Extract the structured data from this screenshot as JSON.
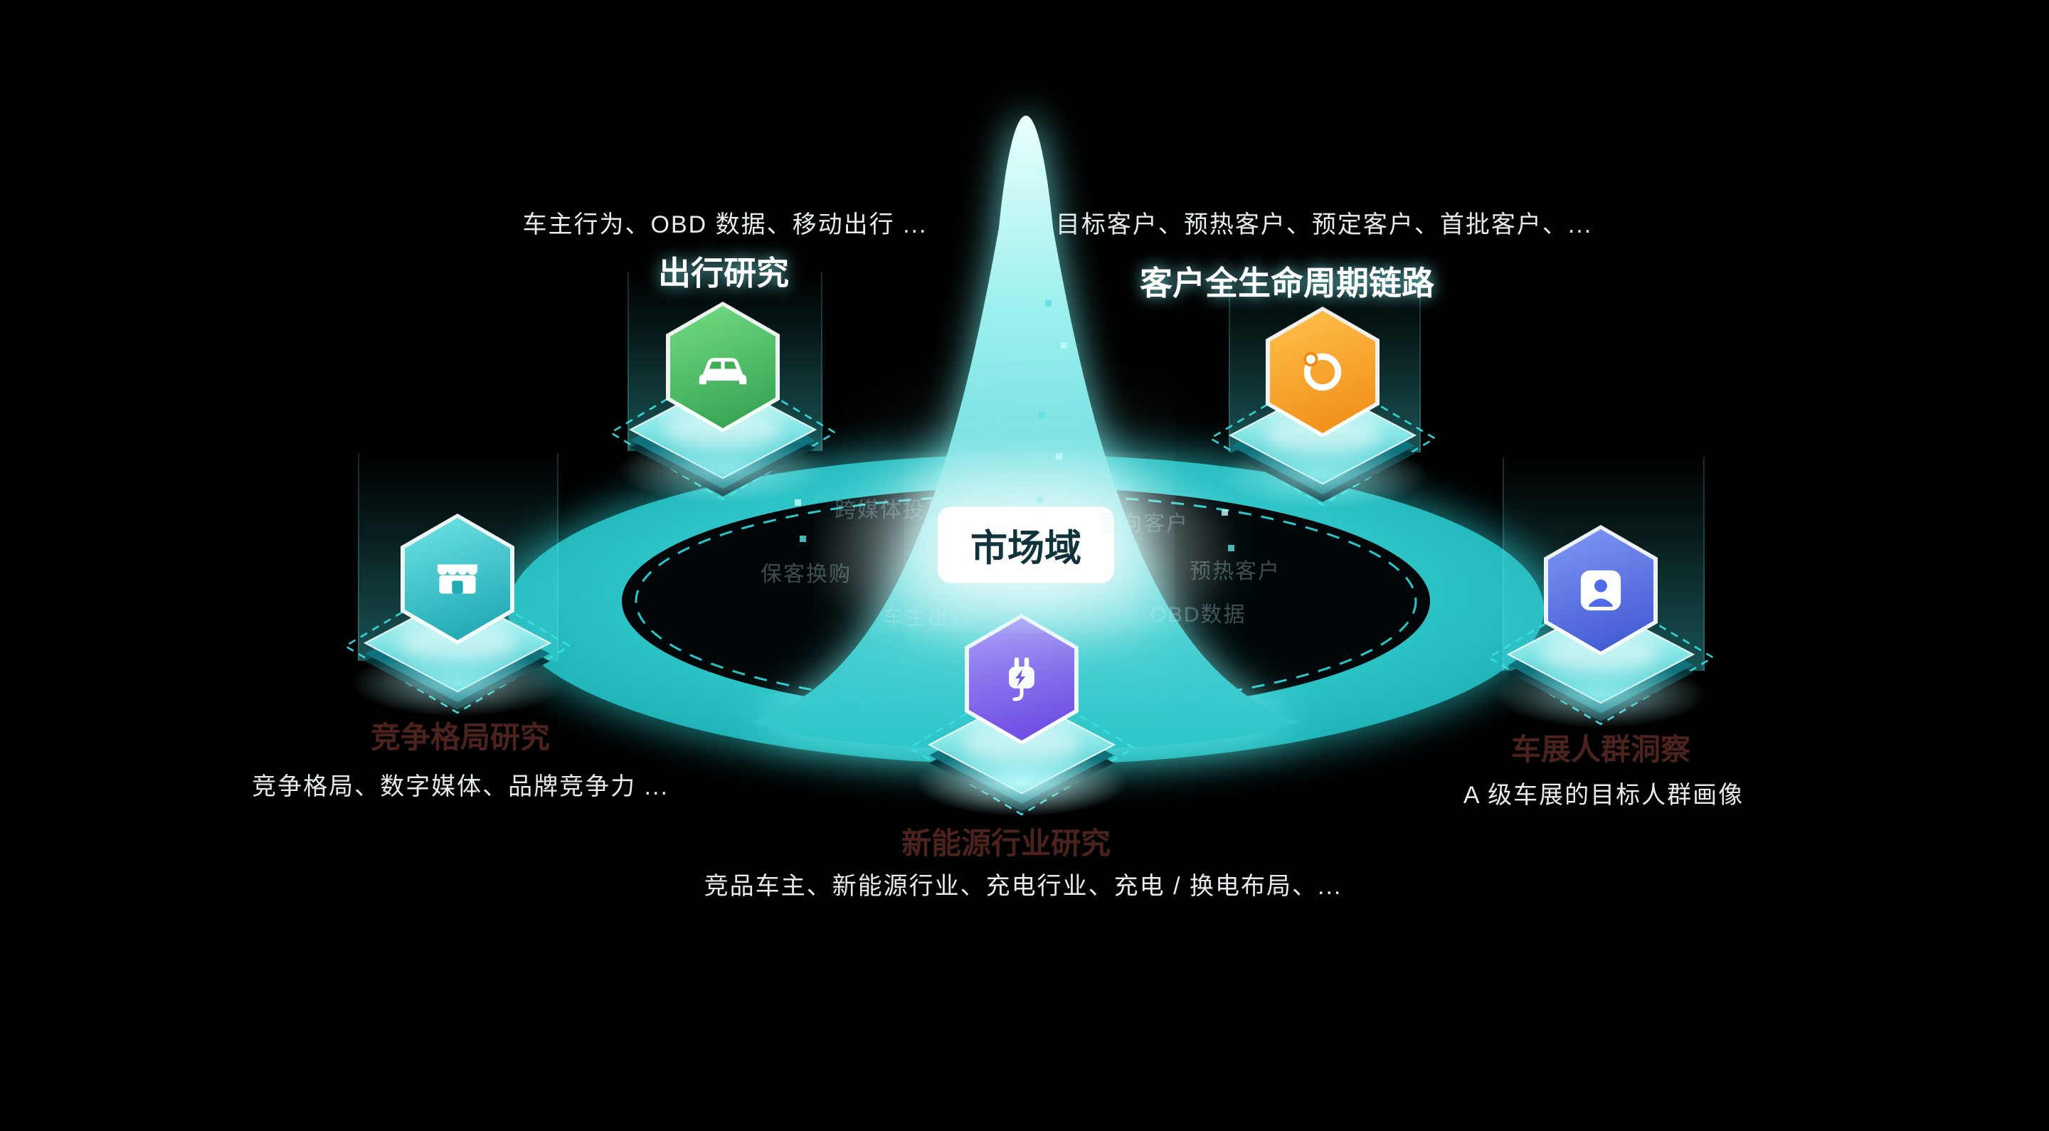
{
  "center": {
    "label": "市场域"
  },
  "nodes": [
    {
      "id": "travel-research",
      "label": "出行研究",
      "caption": "车主行为、OBD 数据、移动出行 ...",
      "icon": "car-icon",
      "accent": "#3fae57"
    },
    {
      "id": "customer-lifecycle",
      "label": "客户全生命周期链路",
      "caption": "目标客户、预热客户、预定客户、首批客户、...",
      "icon": "orbit-icon",
      "accent": "#f59a1d"
    },
    {
      "id": "brand-competition",
      "label": "竞争格局研究",
      "caption": "竞争格局、数字媒体、品牌竞争力 ...",
      "icon": "storefront-icon",
      "accent": "#2fb9c0"
    },
    {
      "id": "new-energy",
      "label": "新能源行业研究",
      "caption": "竞品车主、新能源行业、充电行业、充电 / 换电布局、...",
      "icon": "charging-icon",
      "accent": "#7a5cf0"
    },
    {
      "id": "auto-show",
      "label": "车展人群洞察",
      "caption": "A 级车展的目标人群画像",
      "icon": "user-icon",
      "accent": "#4f6be8"
    }
  ],
  "ring_tags": [
    "跨媒体投放",
    "保客换购",
    "车主出行",
    "意向客户",
    "预热客户",
    "OBD数据"
  ],
  "colors": {
    "disc": "#2cc3c6",
    "mountain_top": "#eafffd",
    "dashed_ring": "#2fdde0",
    "background": "#000000"
  }
}
